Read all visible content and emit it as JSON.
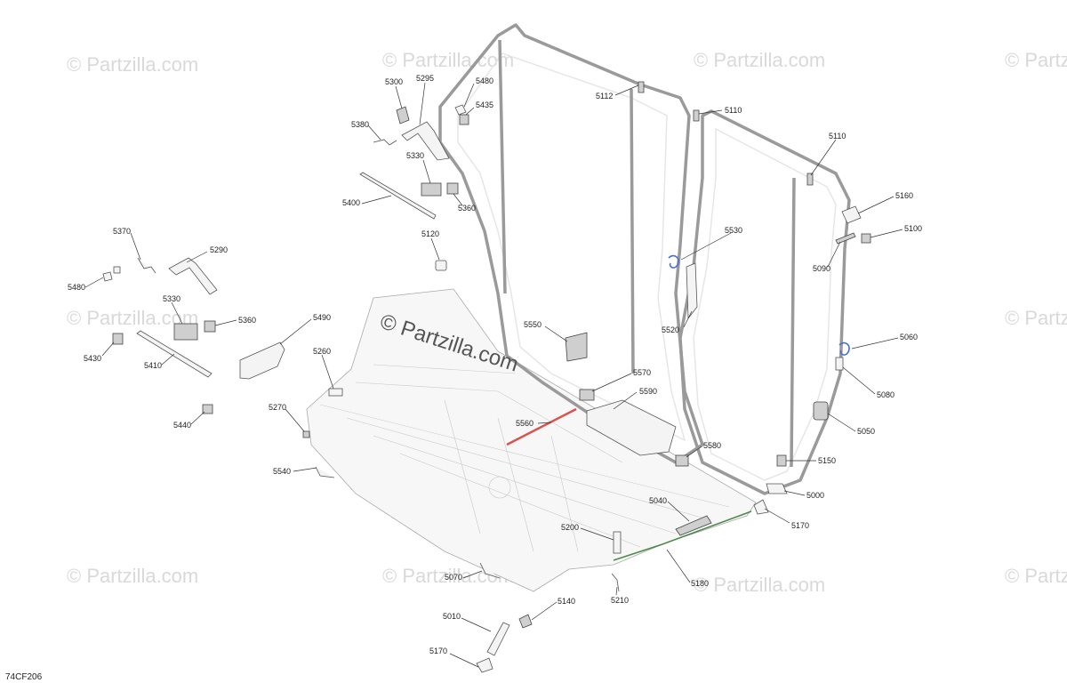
{
  "watermark_text": "© Partzilla.com",
  "diagram_code": "74CF206",
  "callouts": {
    "c5300": "5300",
    "c5295": "5295",
    "c5480a": "5480",
    "c5435": "5435",
    "c5380": "5380",
    "c5330a": "5330",
    "c5400": "5400",
    "c5360a": "5360",
    "c5120": "5120",
    "c5370": "5370",
    "c5290": "5290",
    "c5480b": "5480",
    "c5330b": "5330",
    "c5360b": "5360",
    "c5430": "5430",
    "c5410": "5410",
    "c5490": "5490",
    "c5440": "5440",
    "c5260": "5260",
    "c5270": "5270",
    "c5540": "5540",
    "c5112": "5112",
    "c5110a": "5110",
    "c5110b": "5110",
    "c5160": "5160",
    "c5100": "5100",
    "c5090": "5090",
    "c5530": "5530",
    "c5520": "5520",
    "c5550": "5550",
    "c5570": "5570",
    "c5590": "5590",
    "c5560": "5560",
    "c5580": "5580",
    "c5060": "5060",
    "c5080": "5080",
    "c5050": "5050",
    "c5150": "5150",
    "c5000": "5000",
    "c5170a": "5170",
    "c5040": "5040",
    "c5200": "5200",
    "c5180": "5180",
    "c5070": "5070",
    "c5210": "5210",
    "c5140": "5140",
    "c5010": "5010",
    "c5170b": "5170"
  },
  "colors": {
    "background": "#ffffff",
    "line": "#333333",
    "watermark": "#d9d9d9",
    "highlight_red": "#d9534f",
    "highlight_blue": "#4a6fd1"
  }
}
